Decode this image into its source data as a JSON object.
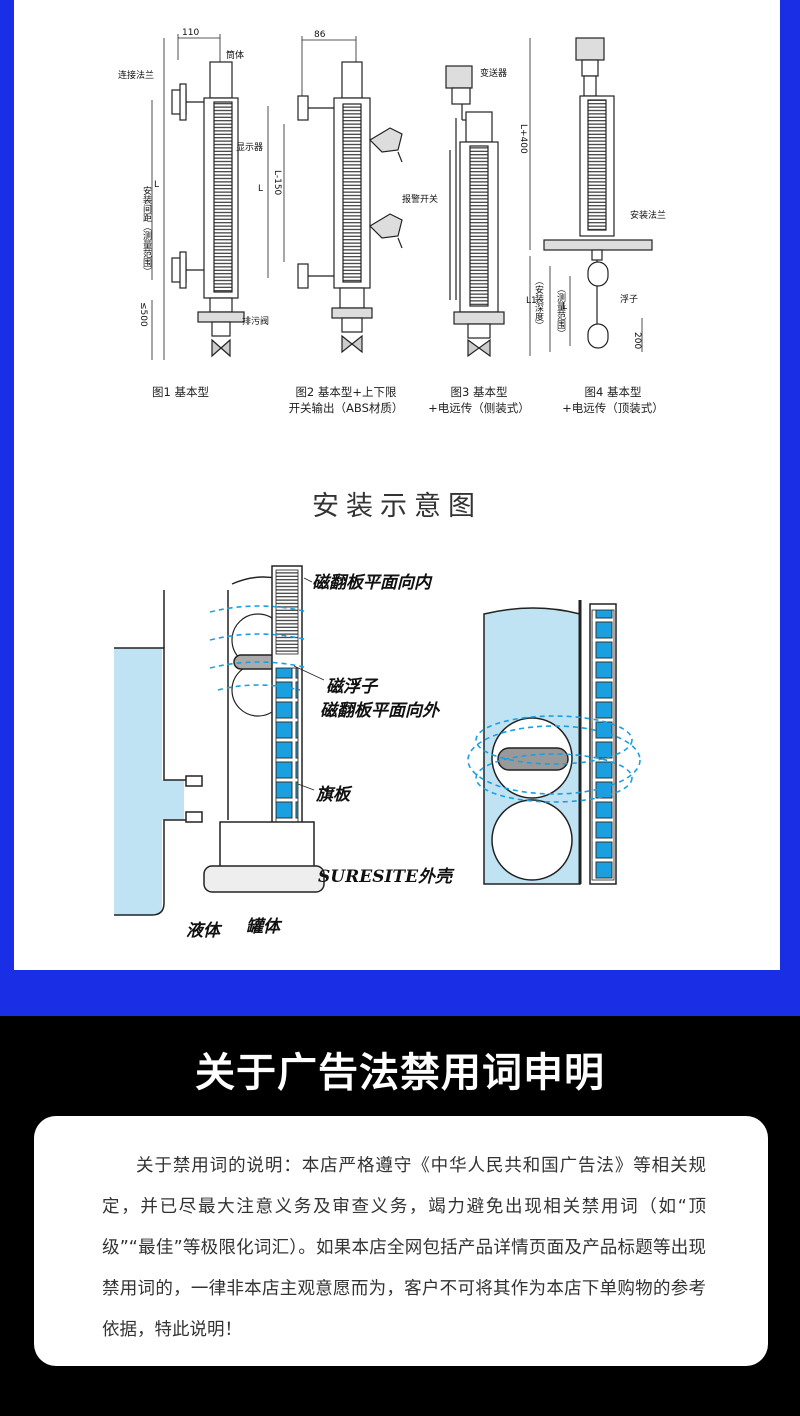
{
  "diagram_labels": {
    "fig1_dim_top": "110",
    "fig1_tube": "筒体",
    "fig1_flange": "连接法兰",
    "fig1_display": "显示器",
    "fig1_install_distance": "安装间距（测量范围）",
    "fig1_L": "L",
    "fig1_le500": "≤500",
    "fig1_drain": "排污阀",
    "fig2_dim_top": "86",
    "fig2_L": "L",
    "fig2_L150": "L-150",
    "fig2_alarm": "报警开关",
    "fig3_transmitter": "变送器",
    "fig4_L400": "L+400",
    "fig4_flange": "安装法兰",
    "fig4_float": "浮子",
    "fig4_L1": "L1",
    "fig4_install_depth": "（安装深度）",
    "fig4_L": "L",
    "fig4_range": "（测量范围）",
    "fig4_200": "200"
  },
  "captions": {
    "fig1": "图1 基本型",
    "fig2_line1": "图2 基本型+上下限",
    "fig2_line2": "开关输出（ABS材质）",
    "fig3_line1": "图3 基本型",
    "fig3_line2": "+电远传（侧装式）",
    "fig4_line1": "图4 基本型",
    "fig4_line2": "+电远传（顶装式）"
  },
  "section_title": "安装示意图",
  "install_labels": {
    "flap_inward": "磁翻板平面向内",
    "float": "磁浮子",
    "flap_outward": "磁翻板平面向外",
    "flag": "旗板",
    "shell": "SURESITE外壳",
    "liquid": "液体",
    "tank": "罐体"
  },
  "notice": {
    "title": "关于广告法禁用词申明",
    "body": "关于禁用词的说明：本店严格遵守《中华人民共和国广告法》等相关规定，并已尽最大注意义务及审查义务，竭力避免出现相关禁用词（如“顶级”“最佳”等极限化词汇）。如果本店全网包括产品详情页面及产品标题等出现禁用词的，一律非本店主观意愿而为，客户不可将其作为本店下单购物的参考依据，特此说明！"
  },
  "colors": {
    "frame_blue": "#1a2ee6",
    "liquid_blue": "#bfe3f2",
    "flap_blue": "#1aa0e0"
  }
}
